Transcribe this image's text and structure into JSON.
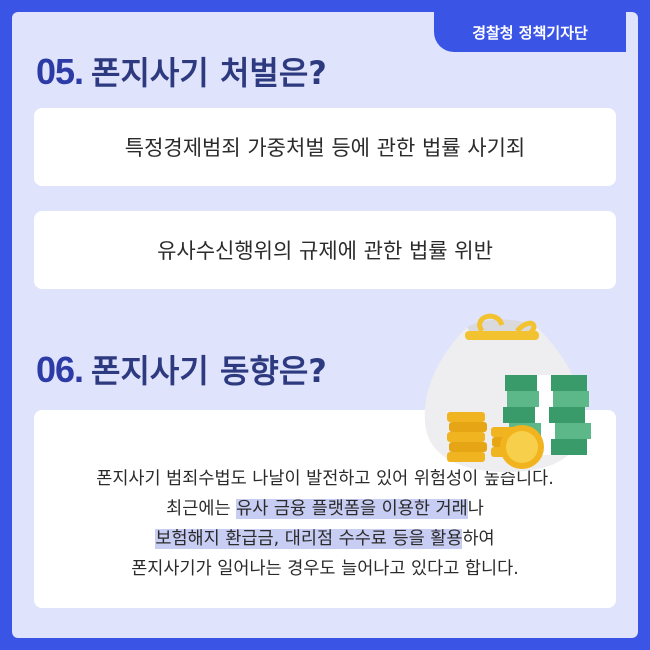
{
  "badge": "경찰청 정책기자단",
  "section05": {
    "number": "05.",
    "title": "폰지사기 처벌은?",
    "items": [
      "특정경제범죄 가중처벌 등에 관한 법률 사기죄",
      "유사수신행위의 규제에 관한 법률 위반"
    ]
  },
  "section06": {
    "number": "06.",
    "title": "폰지사기 동향은?",
    "body": {
      "line1": "폰지사기 범죄수법도 나날이 발전하고 있어 위험성이 높습니다.",
      "line2_pre": "최근에는 ",
      "line2_hl": "유사 금융 플랫폼을 이용한 거래",
      "line2_post": "나",
      "line3_hl": "보험해지 환급금, 대리점 수수료 등을 활용",
      "line3_post": "하여",
      "line4": "폰지사기가 일어나는 경우도 늘어나고 있다고 합니다."
    }
  },
  "colors": {
    "border": "#3a55e6",
    "background": "#dfe3fb",
    "heading": "#2c3ba6",
    "highlight": "#c8cdf3"
  }
}
